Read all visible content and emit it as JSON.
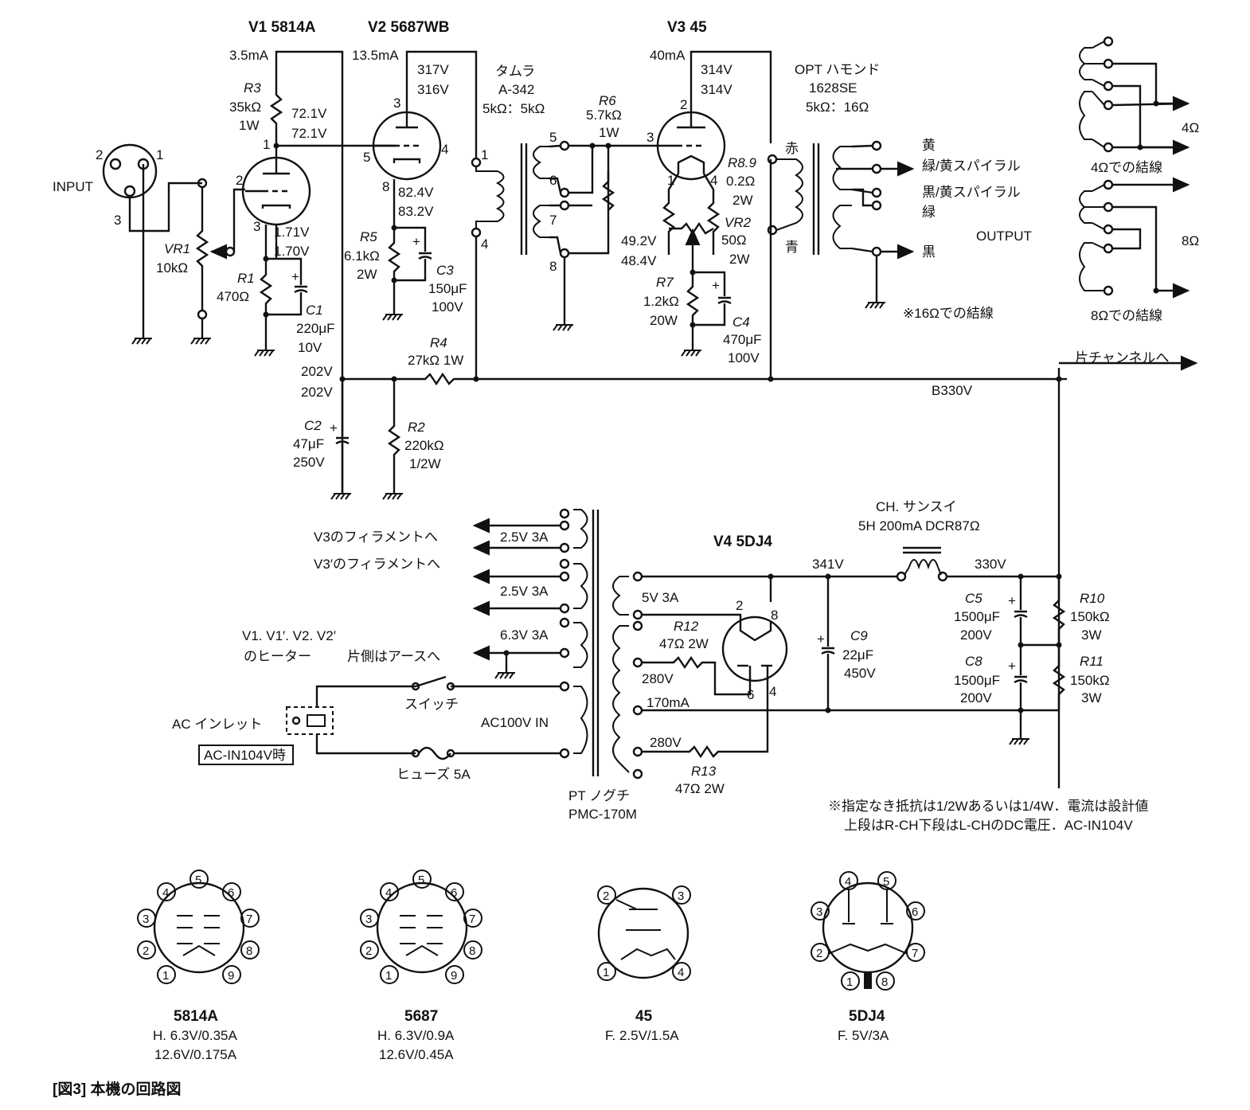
{
  "tubes": {
    "v1": {
      "ref": "V1",
      "type": "5814A",
      "current": "3.5mA",
      "anode_v1": "72.1V",
      "anode_v2": "72.1V",
      "cathode_v1": "1.71V",
      "cathode_v2": "1.70V"
    },
    "v2": {
      "ref": "V2",
      "type": "5687WB",
      "current": "13.5mA",
      "anode_v1": "317V",
      "anode_v2": "316V",
      "cathode_v1": "82.4V",
      "cathode_v2": "83.2V"
    },
    "v3": {
      "ref": "V3",
      "type": "45",
      "current": "40mA",
      "anode_v1": "314V",
      "anode_v2": "314V",
      "fil_v1": "49.2V",
      "fil_v2": "48.4V"
    },
    "v4": {
      "ref": "V4",
      "type": "5DJ4"
    }
  },
  "input": {
    "label": "INPUT"
  },
  "components": {
    "vr1": {
      "ref": "VR1",
      "value": "10kΩ"
    },
    "r1": {
      "ref": "R1",
      "value": "470Ω"
    },
    "r2": {
      "ref": "R2",
      "value": "220kΩ",
      "rating": "1/2W"
    },
    "r3": {
      "ref": "R3",
      "value": "35kΩ",
      "rating": "1W"
    },
    "r4": {
      "ref": "R4",
      "value": "27kΩ 1W"
    },
    "r5": {
      "ref": "R5",
      "value": "6.1kΩ",
      "rating": "2W"
    },
    "r6": {
      "ref": "R6",
      "value": "5.7kΩ",
      "rating": "1W"
    },
    "r7": {
      "ref": "R7",
      "value": "1.2kΩ",
      "rating": "20W"
    },
    "r89": {
      "ref": "R8.9",
      "value": "0.2Ω",
      "rating": "2W"
    },
    "vr2": {
      "ref": "VR2",
      "value": "50Ω",
      "rating": "2W"
    },
    "r10": {
      "ref": "R10",
      "value": "150kΩ",
      "rating": "3W"
    },
    "r11": {
      "ref": "R11",
      "value": "150kΩ",
      "rating": "3W"
    },
    "r12": {
      "ref": "R12",
      "value": "47Ω 2W"
    },
    "r13": {
      "ref": "R13",
      "value": "47Ω 2W"
    },
    "c1": {
      "ref": "C1",
      "value": "220μF",
      "rating": "10V"
    },
    "c2": {
      "ref": "C2",
      "value": "47μF",
      "rating": "250V"
    },
    "c3": {
      "ref": "C3",
      "value": "150μF",
      "rating": "100V"
    },
    "c4": {
      "ref": "C4",
      "value": "470μF",
      "rating": "100V"
    },
    "c5": {
      "ref": "C5",
      "value": "1500μF",
      "rating": "200V"
    },
    "c8": {
      "ref": "C8",
      "value": "1500μF",
      "rating": "200V"
    },
    "c9": {
      "ref": "C9",
      "value": "22μF",
      "rating": "450V"
    }
  },
  "interstage": {
    "maker": "タムラ",
    "model": "A-342",
    "ratio": "5kΩ：5kΩ"
  },
  "opt": {
    "maker": "OPT ハモンド",
    "model": "1628SE",
    "ratio": "5kΩ：16Ω",
    "red": "赤",
    "blue": "青",
    "taps": [
      "黄",
      "緑/黄スパイラル",
      "黒/黄スパイラル",
      "緑",
      "黒"
    ],
    "output": "OUTPUT",
    "note16": "※16Ωでの結線"
  },
  "wiring_4ohm": "4Ω",
  "wiring_4ohm_note": "4Ωでの結線",
  "wiring_8ohm": "8Ω",
  "wiring_8ohm_note": "8Ωでの結線",
  "supply": {
    "b202a": "202V",
    "b202b": "202V",
    "b330": "B330V",
    "other_ch": "片チャンネルへ"
  },
  "power": {
    "v3_fil": "V3のフィラメントへ",
    "v3p_fil": "V3′のフィラメントへ",
    "w25a": "2.5V 3A",
    "w25b": "2.5V 3A",
    "w63": "6.3V 3A",
    "w5": "5V 3A",
    "heater1": "V1. V1′. V2. V2′",
    "heater2": "のヒーター",
    "heater_gnd": "片側はアースへ",
    "ac_inlet": "AC インレット",
    "ac_box": "AC-IN104V時",
    "switch": "スイッチ",
    "fuse": "ヒューズ 5A",
    "ac100": "AC100V IN",
    "pt1": "PT ノグチ",
    "pt2": "PMC-170M",
    "hv1": "280V",
    "hv2": "280V",
    "ma170": "170mA",
    "choke1": "CH. サンスイ",
    "choke2": "5H 200mA DCR87Ω",
    "v341": "341V",
    "v330": "330V"
  },
  "notes": {
    "n1": "※指定なき抵抗は1/2Wあるいは1/4W．電流は設計値",
    "n2": "上段はR-CH下段はL-CHのDC電圧．AC-IN104V"
  },
  "pinouts": [
    {
      "name": "5814A",
      "spec1": "H. 6.3V/0.35A",
      "spec2": "12.6V/0.175A"
    },
    {
      "name": "5687",
      "spec1": "H. 6.3V/0.9A",
      "spec2": "12.6V/0.45A"
    },
    {
      "name": "45",
      "spec1": "F. 2.5V/1.5A",
      "spec2": ""
    },
    {
      "name": "5DJ4",
      "spec1": "F. 5V/3A",
      "spec2": ""
    }
  ],
  "caption": "[図3] 本機の回路図"
}
